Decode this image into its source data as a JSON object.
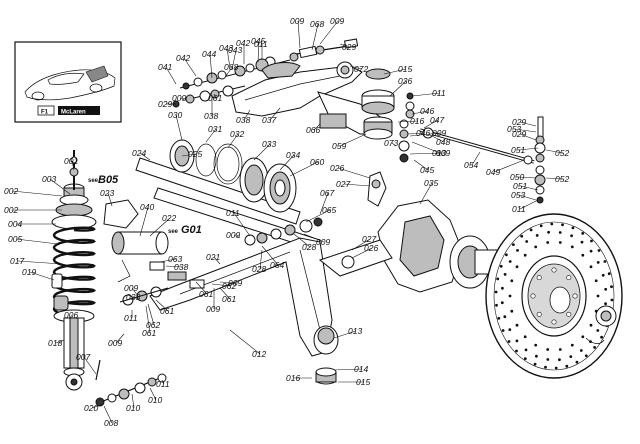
{
  "figure": {
    "inset": {
      "logo_mark": "F1",
      "logo_word": "McLaren"
    },
    "see_notes": {
      "spring_note": "see",
      "spring_ref": "B05",
      "damper_note": "see",
      "damper_ref": "G01"
    },
    "callouts": [
      {
        "text": "001"
      },
      {
        "text": "002"
      },
      {
        "text": "002"
      },
      {
        "text": "003"
      },
      {
        "text": "004"
      },
      {
        "text": "005"
      },
      {
        "text": "006"
      },
      {
        "text": "007"
      },
      {
        "text": "008"
      },
      {
        "text": "009"
      },
      {
        "text": "009"
      },
      {
        "text": "009"
      },
      {
        "text": "009"
      },
      {
        "text": "009"
      },
      {
        "text": "009"
      },
      {
        "text": "009"
      },
      {
        "text": "009"
      },
      {
        "text": "009"
      },
      {
        "text": "009"
      },
      {
        "text": "009"
      },
      {
        "text": "010"
      },
      {
        "text": "010"
      },
      {
        "text": "011"
      },
      {
        "text": "011"
      },
      {
        "text": "011"
      },
      {
        "text": "011"
      },
      {
        "text": "011"
      },
      {
        "text": "011"
      },
      {
        "text": "012"
      },
      {
        "text": "013"
      },
      {
        "text": "013"
      },
      {
        "text": "014"
      },
      {
        "text": "015"
      },
      {
        "text": "015"
      },
      {
        "text": "016"
      },
      {
        "text": "016"
      },
      {
        "text": "017"
      },
      {
        "text": "018"
      },
      {
        "text": "019"
      },
      {
        "text": "020"
      },
      {
        "text": "021"
      },
      {
        "text": "022"
      },
      {
        "text": "023"
      },
      {
        "text": "024"
      },
      {
        "text": "025"
      },
      {
        "text": "026"
      },
      {
        "text": "026"
      },
      {
        "text": "027"
      },
      {
        "text": "027"
      },
      {
        "text": "028"
      },
      {
        "text": "028"
      },
      {
        "text": "029"
      },
      {
        "text": "029"
      },
      {
        "text": "029"
      },
      {
        "text": "029"
      },
      {
        "text": "030"
      },
      {
        "text": "031"
      },
      {
        "text": "032"
      },
      {
        "text": "033"
      },
      {
        "text": "034"
      },
      {
        "text": "035"
      },
      {
        "text": "036"
      },
      {
        "text": "037"
      },
      {
        "text": "038"
      },
      {
        "text": "038"
      },
      {
        "text": "038"
      },
      {
        "text": "038"
      },
      {
        "text": "040"
      },
      {
        "text": "041"
      },
      {
        "text": "042"
      },
      {
        "text": "042"
      },
      {
        "text": "043"
      },
      {
        "text": "043"
      },
      {
        "text": "044"
      },
      {
        "text": "045"
      },
      {
        "text": "045"
      },
      {
        "text": "046"
      },
      {
        "text": "046"
      },
      {
        "text": "047"
      },
      {
        "text": "048"
      },
      {
        "text": "049"
      },
      {
        "text": "050"
      },
      {
        "text": "051"
      },
      {
        "text": "051"
      },
      {
        "text": "052"
      },
      {
        "text": "052"
      },
      {
        "text": "053"
      },
      {
        "text": "053"
      },
      {
        "text": "054"
      },
      {
        "text": "059"
      },
      {
        "text": "060"
      },
      {
        "text": "061"
      },
      {
        "text": "061"
      },
      {
        "text": "061"
      },
      {
        "text": "061"
      },
      {
        "text": "061"
      },
      {
        "text": "062"
      },
      {
        "text": "062"
      },
      {
        "text": "063"
      },
      {
        "text": "064"
      },
      {
        "text": "065"
      },
      {
        "text": "066"
      },
      {
        "text": "067"
      },
      {
        "text": "068"
      },
      {
        "text": "068"
      },
      {
        "text": "072"
      },
      {
        "text": "073"
      }
    ]
  }
}
